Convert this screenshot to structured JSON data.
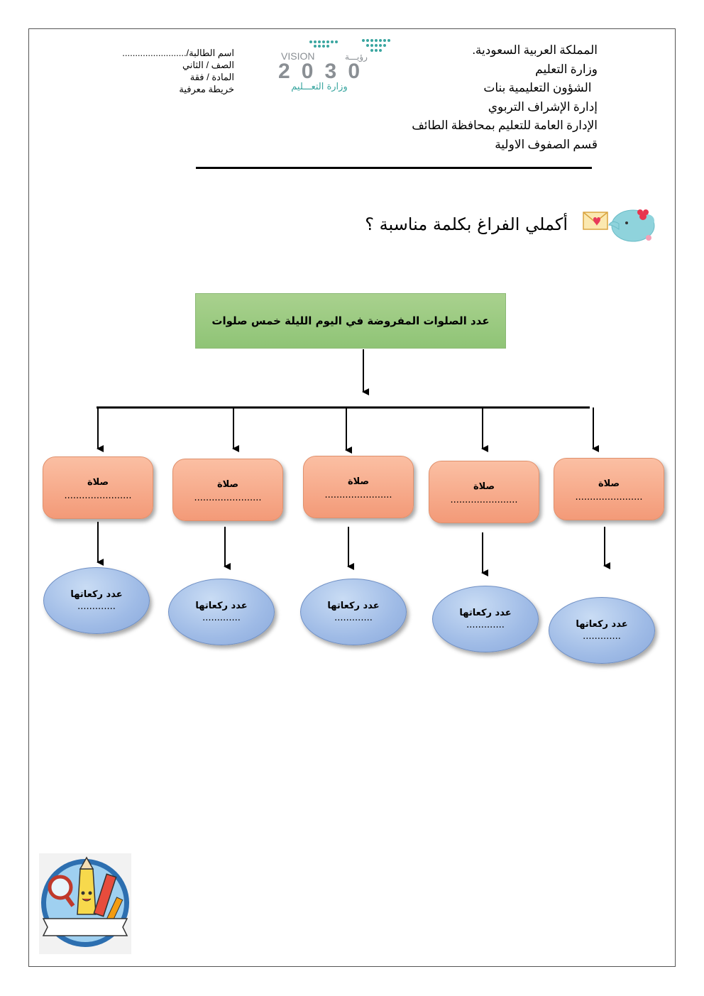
{
  "header_right": [
    "المملكة العربية السعودية.",
    "وزارة التعليم",
    "  الشؤون التعليمية بنات",
    "إدارة الإشراف التربوي",
    "الإدارة العامة للتعليم بمحافظة الطائف",
    "قسم الصفوف الاولية"
  ],
  "header_left": [
    "اسم الطالبة/.........................",
    "الصف  / الثاني",
    "المادة / فقة",
    "خريطة معرفية"
  ],
  "logo": {
    "vision_ar": "رؤيـــة",
    "vision_en": "VISION",
    "year": "2030",
    "ministry": "وزارة التعـــليم"
  },
  "question": "أكملي الفراغ بكلمة مناسبة ؟",
  "main_box": "عدد الصلوات المفروضة في اليوم الليلة خمس صلوات",
  "prayers": [
    {
      "label": "صلاة",
      "blank": "......................."
    },
    {
      "label": "صلاة",
      "blank": "......................."
    },
    {
      "label": "صلاة",
      "blank": "......................."
    },
    {
      "label": "صلاة",
      "blank": "......................."
    },
    {
      "label": "صلاة",
      "blank": "......................."
    }
  ],
  "rakaat": [
    {
      "label": "عدد ركعاتها",
      "blank": "............."
    },
    {
      "label": "عدد ركعاتها",
      "blank": "............."
    },
    {
      "label": "عدد ركعاتها",
      "blank": "............."
    },
    {
      "label": "عدد ركعاتها",
      "blank": "............."
    },
    {
      "label": "عدد ركعاتها",
      "blank": "............."
    }
  ],
  "colors": {
    "main_box": "#a9d18e",
    "prayer_box": "#f7a988",
    "rakaat_oval": "#9fbbe6"
  }
}
